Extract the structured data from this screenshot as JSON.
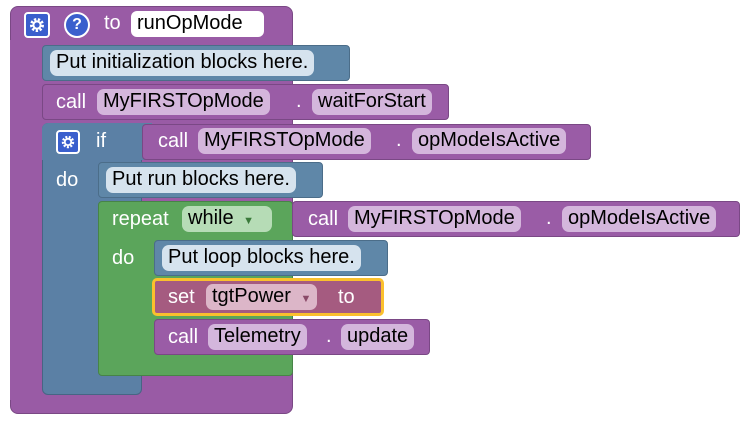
{
  "procedure": {
    "to_label": "to",
    "name": "runOpMode",
    "init_comment": "Put initialization blocks here.",
    "call_label": "call",
    "wait_object": "MyFIRSTOpMode",
    "wait_method": "waitForStart",
    "dot": "."
  },
  "if_block": {
    "if_label": "if",
    "do_label": "do",
    "cond_call": "call",
    "cond_object": "MyFIRSTOpMode",
    "cond_method": "opModeIsActive",
    "run_comment": "Put run blocks here."
  },
  "repeat_block": {
    "repeat_label": "repeat",
    "mode": "while",
    "do_label": "do",
    "cond_call": "call",
    "cond_object": "MyFIRSTOpMode",
    "cond_method": "opModeIsActive",
    "loop_comment": "Put loop blocks here."
  },
  "set_block": {
    "set_label": "set",
    "variable": "tgtPower",
    "to_label": "to"
  },
  "telemetry_block": {
    "call_label": "call",
    "object": "Telemetry",
    "method": "update"
  },
  "icons": {
    "gear": "gear-icon",
    "help": "help-icon",
    "dropdown": "dropdown-arrow-icon"
  },
  "colors": {
    "procedure_purple": "#995ba5",
    "procedure_dark": "#7a4885",
    "call_purple": "#9a5ca6",
    "method_pill": "#d4b6dc",
    "control_blue": "#5b80a5",
    "comment_blue": "#5f87a8",
    "comment_pill": "#d6e3ee",
    "loop_green": "#5ba55b",
    "loop_pill": "#b6dcb6",
    "variable_red": "#a55b80",
    "variable_pill": "#dcb6c8",
    "selection_yellow": "#fbc02d"
  }
}
